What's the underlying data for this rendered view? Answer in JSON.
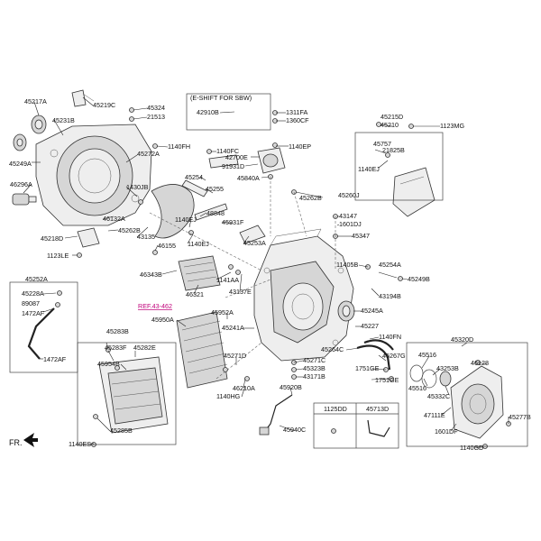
{
  "diagram": {
    "callouts": [
      "45217A",
      "45219C",
      "45231B",
      "45249A",
      "46296A",
      "45324",
      "21513",
      "1140FH",
      "45272A",
      "1430JB",
      "46132A",
      "45262B",
      "45218D",
      "43135",
      "1123LE",
      "46155",
      "46343B",
      "1140EJ",
      "1140EJ",
      "48848",
      "45931F",
      "45253A",
      "46321",
      "1141AA",
      "43137E",
      "42910B",
      "1311FA",
      "1360CF",
      "1140FC",
      "42700E",
      "91931D",
      "1140EP",
      "45254",
      "45255",
      "45840A",
      "45262B",
      "45260J",
      "43147",
      "1601DJ",
      "45347",
      "45215D",
      "45210",
      "1123MG",
      "45757",
      "21825B",
      "1140EJ",
      "11405B",
      "45254A",
      "45249B",
      "43194B",
      "45252A",
      "45228A",
      "89087",
      "1472AF",
      "1472AF",
      "45950A",
      "45952A",
      "45241A",
      "45227",
      "45245A",
      "1140FN",
      "45264C",
      "45267G",
      "1751GE",
      "1751GE",
      "45283B",
      "45283F",
      "45282E",
      "45954B",
      "45285B",
      "1140ES",
      "45271D",
      "46210A",
      "1140HG",
      "45271C",
      "45323B",
      "43171B",
      "45920B",
      "45940C",
      "1125DD",
      "45713D",
      "45320D",
      "45516",
      "43253B",
      "46128",
      "45516",
      "45332C",
      "47111E",
      "1601DF",
      "45277B",
      "1140GD"
    ],
    "reference": "REF.43-462",
    "inset_title": "(E-SHIFT FOR SBW)",
    "orientation_label": "FR."
  }
}
